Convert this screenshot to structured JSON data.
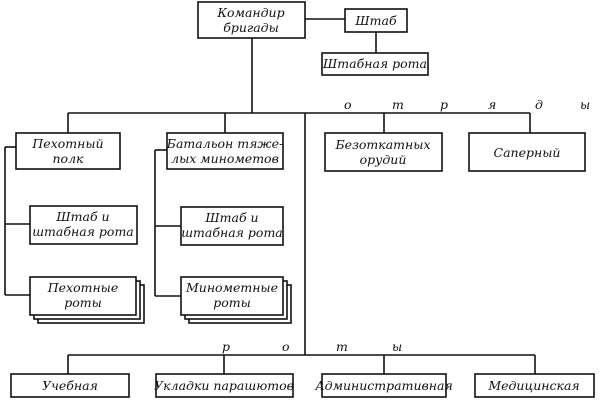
{
  "commander": [
    "Командир",
    "бригады"
  ],
  "hq": "Штаб",
  "hq_company": "Штабная рота",
  "otryady_letters": [
    "о",
    "т",
    "р",
    "я",
    "д",
    "ы"
  ],
  "infantry_regiment": [
    "Пехотный",
    "полк"
  ],
  "heavy_mortar_battalion": [
    "Батальон тяже-",
    "лых минометов"
  ],
  "recoilless": [
    "Безоткатных",
    "орудий"
  ],
  "sapper": "Саперный",
  "infantry_hq": [
    "Штаб и",
    "штабная рота"
  ],
  "mortar_hq": [
    "Штаб и",
    "штабная рота"
  ],
  "infantry_companies": [
    "Пехотные",
    "роты"
  ],
  "mortar_companies": [
    "Минометные",
    "роты"
  ],
  "roty_letters": [
    "р",
    "о",
    "т",
    "ы"
  ],
  "training": "Учебная",
  "parachute": "Укладки парашютов",
  "admin": "Административная",
  "medical": "Медицинская"
}
